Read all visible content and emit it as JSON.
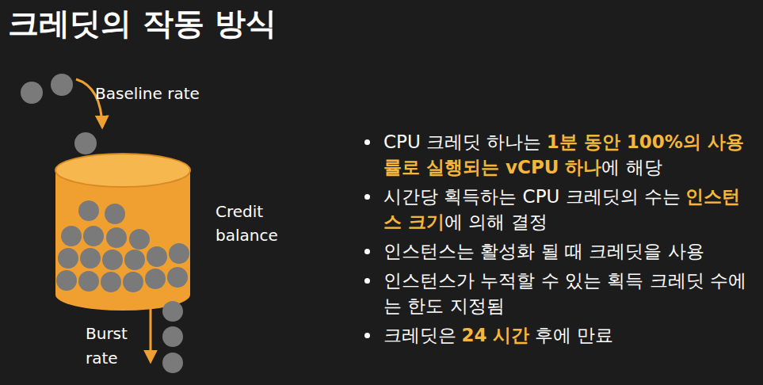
{
  "diagram": {
    "title": "크레딧의 작동 방식",
    "labels": [
      "Baseline rate",
      "Credit balance",
      "Burst rate",
      "CPU 크레딧 하나는",
      "1분 동안 100%의 사용률로 실행되는 vCPU 하나",
      "에 해당",
      "시간당 획득하는 CPU 크레딧의 수는",
      "인스턴스 크기",
      "에 의해 결정",
      "인스턴스는 활성화 될 때 크레딧을 사용",
      "인스턴스가 누적할 수 있는 획득 크레딧 수에는 한도 지정됨",
      "크레딧은",
      "24 시간",
      "후에 만료"
    ]
  }
}
